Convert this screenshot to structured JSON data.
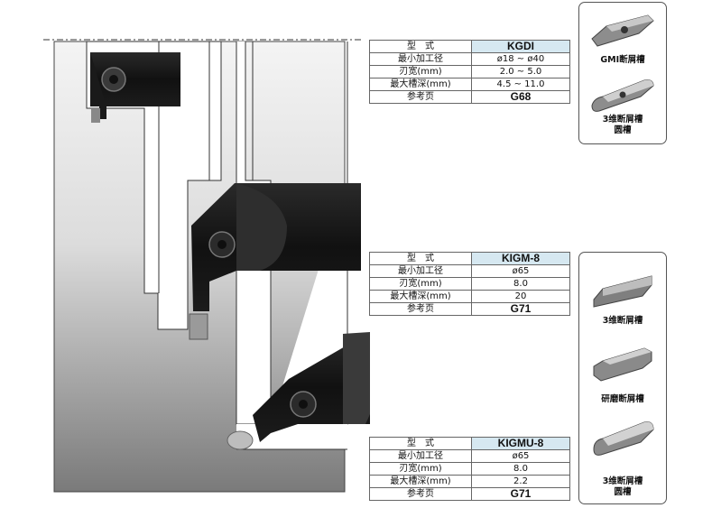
{
  "tables": [
    {
      "rows": [
        {
          "label": "型　式",
          "value": "KGDI"
        },
        {
          "label": "最小加工径",
          "value": "ø18 ~ ø40"
        },
        {
          "label": "刃宽(mm)",
          "value": "2.0 ~ 5.0"
        },
        {
          "label": "最大槽深(mm)",
          "value": "4.5 ~ 11.0"
        },
        {
          "label": "参考页",
          "value": "G68"
        }
      ]
    },
    {
      "rows": [
        {
          "label": "型　式",
          "value": "KIGM-8"
        },
        {
          "label": "最小加工径",
          "value": "ø65"
        },
        {
          "label": "刃宽(mm)",
          "value": "8.0"
        },
        {
          "label": "最大槽深(mm)",
          "value": "20"
        },
        {
          "label": "参考页",
          "value": "G71"
        }
      ]
    },
    {
      "rows": [
        {
          "label": "型　式",
          "value": "KIGMU-8"
        },
        {
          "label": "最小加工径",
          "value": "ø65"
        },
        {
          "label": "刃宽(mm)",
          "value": "8.0"
        },
        {
          "label": "最大槽深(mm)",
          "value": "2.2"
        },
        {
          "label": "参考页",
          "value": "G71"
        }
      ]
    }
  ],
  "inserts_top": [
    {
      "caption": "GMI断屑槽"
    },
    {
      "caption": "3维断屑槽\n圆槽"
    }
  ],
  "inserts_bottom": [
    {
      "caption": "3维断屑槽"
    },
    {
      "caption": "研磨断屑槽"
    },
    {
      "caption": "3维断屑槽\n圆槽"
    }
  ]
}
